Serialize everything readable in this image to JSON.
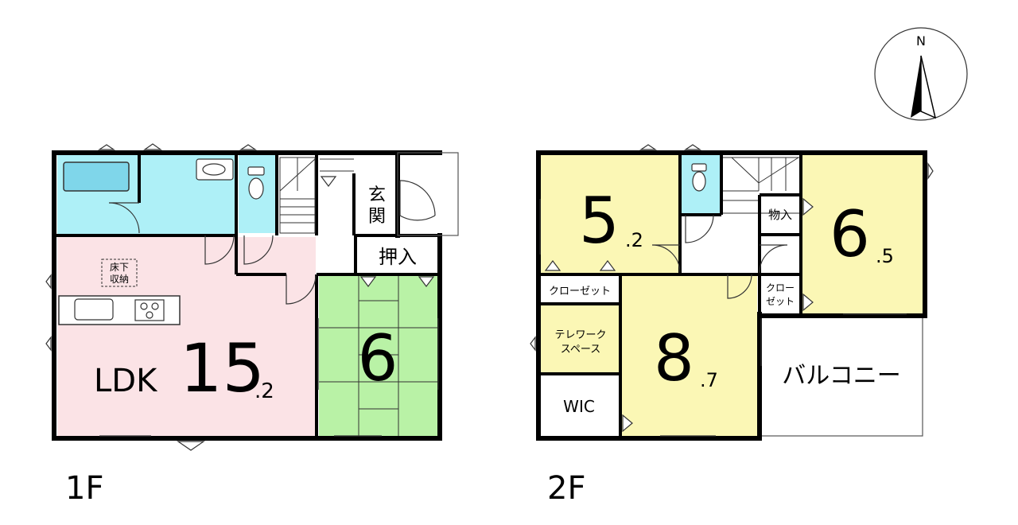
{
  "floor1": {
    "label": "1F",
    "ldk": {
      "name": "LDK",
      "size_int": "15",
      "size_dec": ".2"
    },
    "washitsu": {
      "size": "6"
    },
    "oshiire": "押入",
    "genkan": [
      "玄",
      "関"
    ],
    "yukashita": [
      "床下",
      "収納"
    ]
  },
  "floor2": {
    "label": "2F",
    "room_a": {
      "size_int": "5",
      "size_dec": ".2"
    },
    "room_b": {
      "size_int": "6",
      "size_dec": ".5"
    },
    "room_c": {
      "size_int": "8",
      "size_dec": ".7"
    },
    "closet_a": "クローゼット",
    "closet_b": [
      "クロー",
      "ゼット"
    ],
    "monoire": "物入",
    "telework": [
      "テレワーク",
      "スペース"
    ],
    "wic": "WIC",
    "balcony": "バルコニー"
  },
  "compass": {
    "north": "N"
  },
  "colors": {
    "wet_area": "#aef0f7",
    "ldk": "#fbe3e6",
    "washitsu": "#b9f2a6",
    "bedroom": "#fbf7b5",
    "wall": "#000000"
  }
}
